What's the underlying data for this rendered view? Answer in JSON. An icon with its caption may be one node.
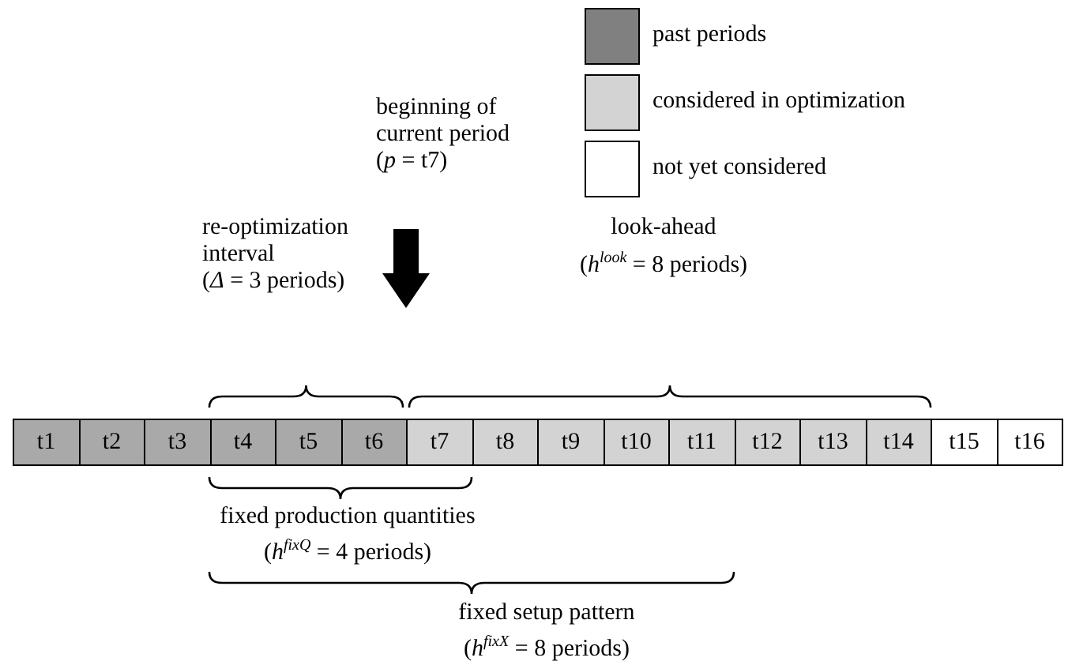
{
  "diagram": {
    "nodes": [
      {
        "text": [
          "t1"
        ]
      },
      {
        "text": [
          "t2"
        ]
      },
      {
        "text": [
          "t3"
        ]
      },
      {
        "text": [
          "t4"
        ]
      },
      {
        "text": [
          "t5"
        ]
      },
      {
        "text": [
          "t6"
        ]
      },
      {
        "text": [
          "t7"
        ]
      },
      {
        "text": [
          "t8"
        ]
      },
      {
        "text": [
          "t9"
        ]
      },
      {
        "text": [
          "t10"
        ]
      },
      {
        "text": [
          "t11"
        ]
      },
      {
        "text": [
          "t12"
        ]
      },
      {
        "text": [
          "t13"
        ]
      },
      {
        "text": [
          "t14"
        ]
      },
      {
        "text": [
          "t15"
        ]
      },
      {
        "text": [
          "t16"
        ]
      }
    ],
    "edges": [],
    "labels": [
      "beginning of current period (*p* = t7)",
      "re-optimization interval",
      "(*Δ* = 3 periods)",
      "look-ahead",
      "(*h*$^{look}$ = 8 periods)",
      "fixed production quantities",
      "(*h*$^{fixQ}$ = 4 periods)",
      "fixed setup pattern",
      "(*h*$^{fixX}$ = 8 periods)"
    ],
    "legend": [
      {
        "text": "past periods",
        "color": "#808080"
      },
      {
        "text": "considered in optimization",
        "color": "#d3d3d3"
      },
      {
        "text": "not yet considered",
        "color": "#ffffff"
      }
    ]
  }
}
